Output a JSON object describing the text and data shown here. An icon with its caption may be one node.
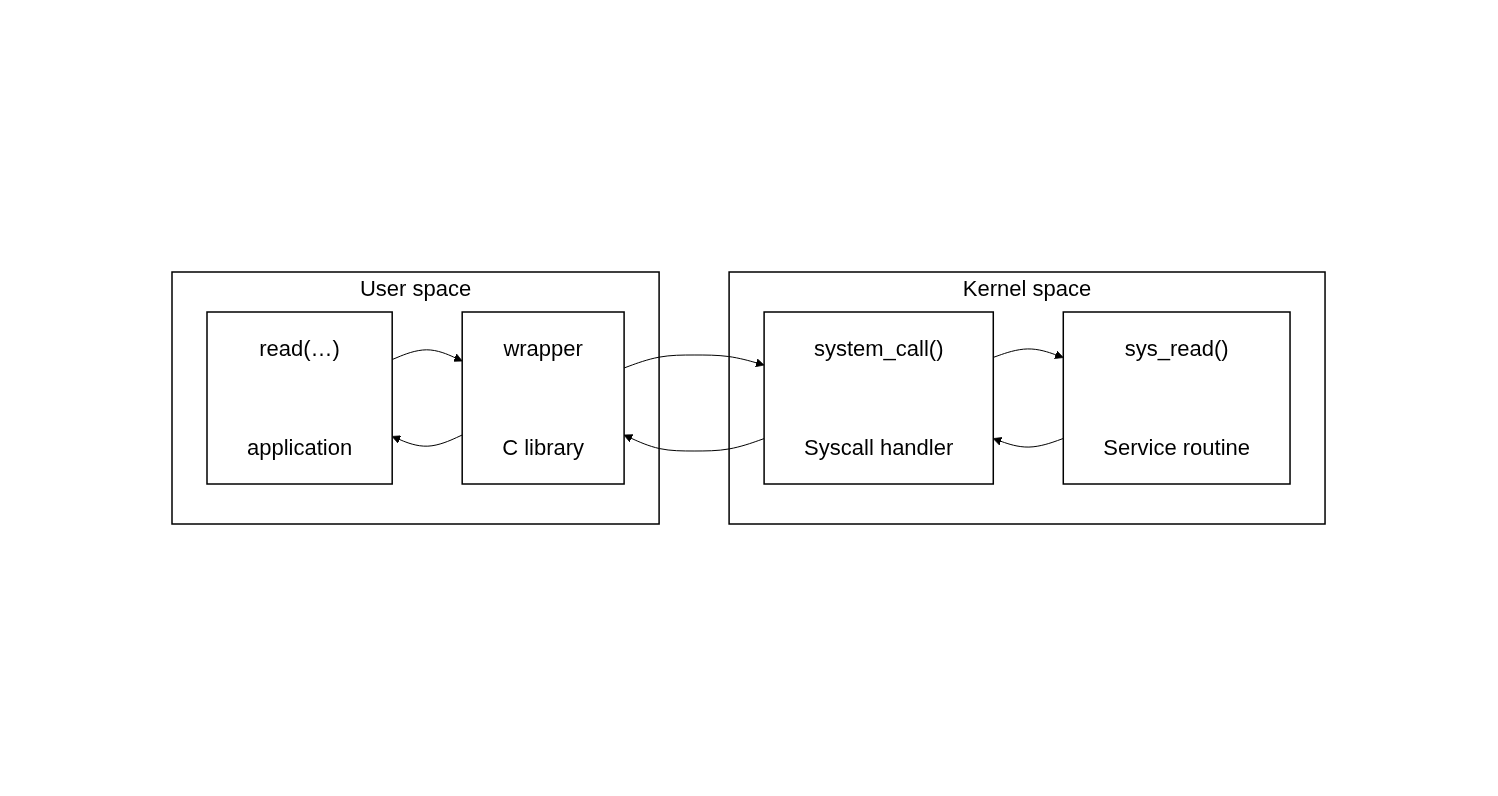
{
  "diagram": {
    "nodes": [
      {
        "text": [
          "User space"
        ]
      },
      {
        "text": [
          "read(…)",
          "application"
        ],
        "in": 0
      },
      {
        "text": [
          "wrapper",
          "C library"
        ],
        "in": 0
      },
      {
        "text": [
          "Kernel space"
        ]
      },
      {
        "text": [
          "system_call()",
          "Syscall handler"
        ],
        "in": 3
      },
      {
        "text": [
          "sys_read()",
          "Service routine"
        ],
        "in": 3
      }
    ],
    "edges": [
      {
        "from": 1,
        "to": 2,
        "arrow": "to"
      },
      {
        "from": 2,
        "to": 1,
        "arrow": "to"
      },
      {
        "from": 2,
        "to": 4,
        "arrow": "to"
      },
      {
        "from": 4,
        "to": 2,
        "arrow": "to"
      },
      {
        "from": 4,
        "to": 5,
        "arrow": "to"
      },
      {
        "from": 5,
        "to": 4,
        "arrow": "to"
      }
    ]
  }
}
